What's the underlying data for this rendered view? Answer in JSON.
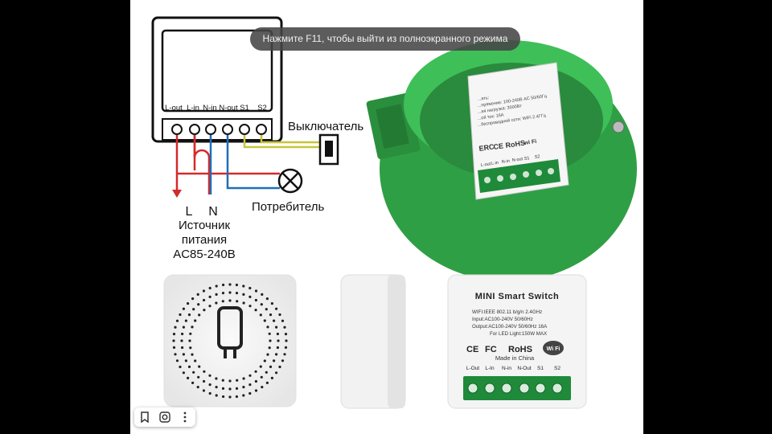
{
  "fullscreen_toast": "Нажмите F11, чтобы выйти из полноэкранного режима",
  "diagram": {
    "terminals": [
      "L-out",
      "L-in",
      "N-in",
      "N-out",
      "S1",
      "S2"
    ],
    "switch_label": "Выключатель",
    "load_label": "Потребитель",
    "line_label": "L",
    "neutral_label": "N",
    "source_lines": [
      "Источник",
      "питания",
      "AC85-240В"
    ]
  },
  "mounted_photo": {
    "spec_lines": [
      "...ать:",
      "...пряжение: 100-240В AC 50/60Гц",
      "...ая нагрузка: 3500Вт",
      "...ой ток: 16А",
      "...беспроводной сети: WiFi 2.4ГГц"
    ],
    "cert_marks": [
      "ERC",
      "CE",
      "RoHS",
      "wi Fi"
    ],
    "terminal_labels": [
      "L-out",
      "L-in",
      "N-in",
      "N-out",
      "S1",
      "S2"
    ]
  },
  "label_card": {
    "title": "MINI Smart Switch",
    "spec_lines": [
      "WIFI:IEEE 802.11 b/g/n 2.4GHz",
      "Input:AC100-240V 50/60Hz",
      "Output:AC100-240V 50/60Hz 16A",
      "For LED Light:150W MAX"
    ],
    "made_in": "Made in China",
    "cert_marks": [
      "CE",
      "FC",
      "RoHS",
      "Wi Fi"
    ],
    "terminal_labels": [
      "L-Out",
      "L-In",
      "N-in",
      "N-Out",
      "S1",
      "S2"
    ]
  },
  "toolbar": {
    "items": [
      "bookmark-icon",
      "lens-search-icon",
      "more-vertical-icon"
    ]
  },
  "colors": {
    "line": "#d42a2a",
    "neutral": "#1f6fb8",
    "switch_wire": "#c7c43a",
    "green_box": "#2f9f45",
    "terminal_green": "#1f8a3a"
  }
}
